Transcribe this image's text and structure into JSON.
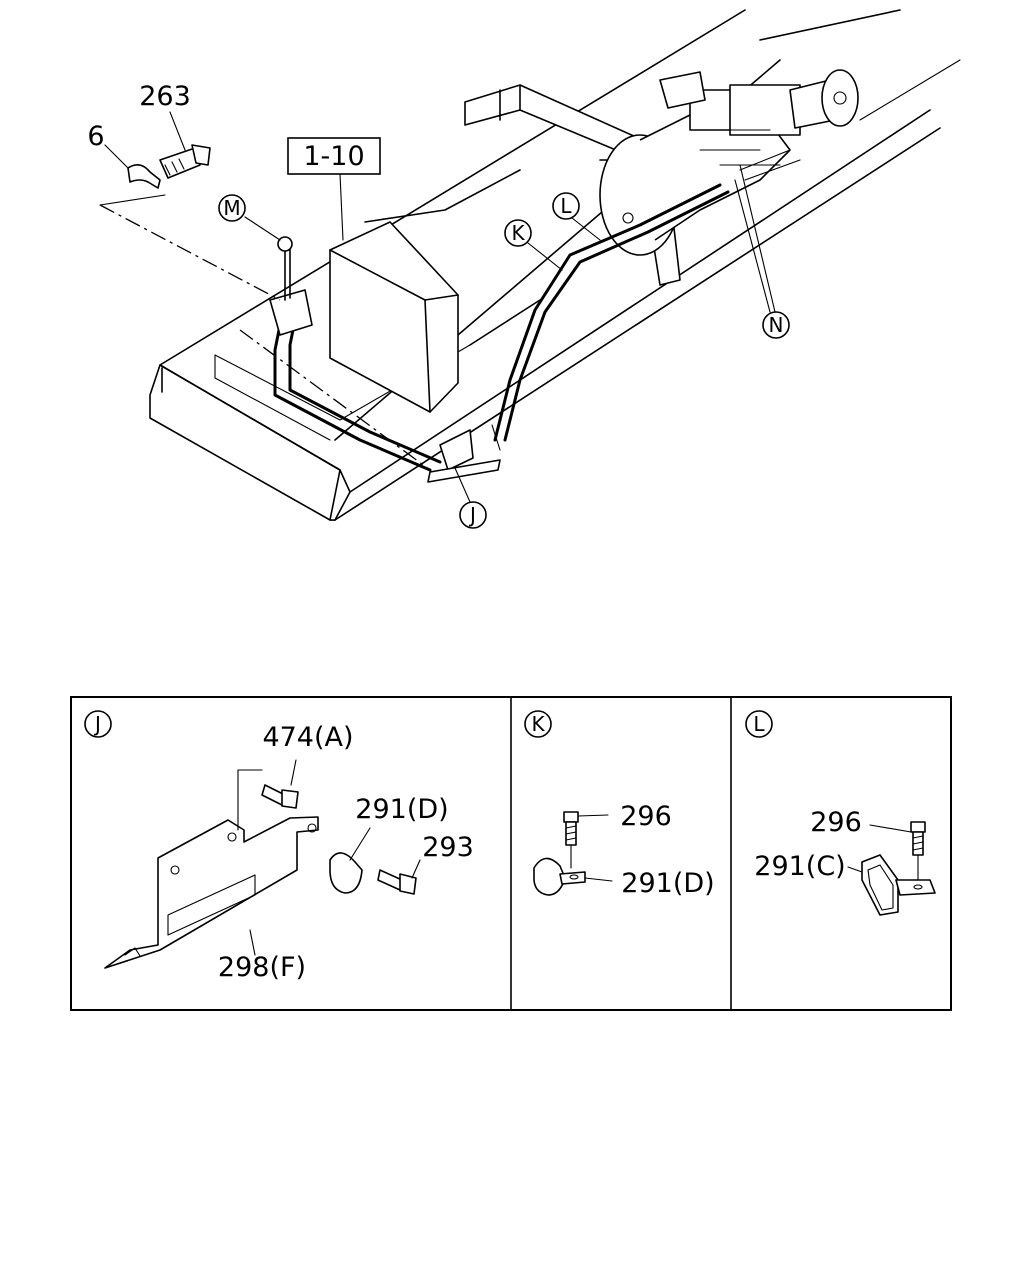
{
  "main_view": {
    "ref_box": "1-10",
    "callouts": {
      "part_263": "263",
      "part_6": "6",
      "detail_m": "M",
      "detail_k": "K",
      "detail_l": "L",
      "detail_n": "N",
      "detail_j": "J"
    }
  },
  "detail_panels": [
    {
      "id": "J",
      "parts": {
        "bolt": "474(A)",
        "clip": "291(D)",
        "bolt2": "293",
        "bracket": "298(F)"
      }
    },
    {
      "id": "K",
      "parts": {
        "bolt": "296",
        "clip": "291(D)"
      }
    },
    {
      "id": "L",
      "parts": {
        "bolt": "296",
        "clip": "291(C)"
      }
    }
  ]
}
